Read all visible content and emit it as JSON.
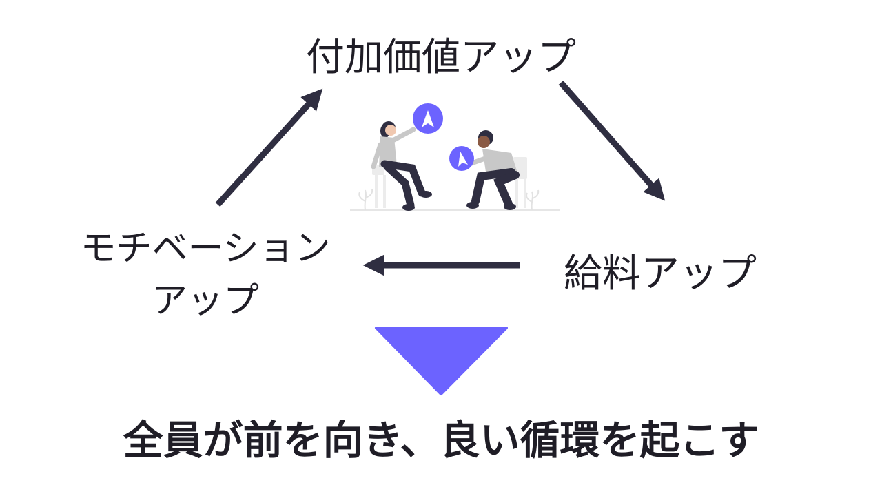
{
  "diagram": {
    "top_label": "付加価値アップ",
    "right_label": "給料アップ",
    "left_label_line1": "モチベーション",
    "left_label_line2": "アップ",
    "bottom_label": "全員が前を向き、良い循環を起こす"
  },
  "colors": {
    "arrow": "#2f2e41",
    "accent": "#6c63ff",
    "text": "#1f1d26",
    "figure_shirt": "#c8c8c8",
    "figure_dark": "#2f2e41"
  },
  "icons": [
    "arrow-up-right-icon",
    "arrow-down-right-icon",
    "arrow-left-icon",
    "triangle-down-icon",
    "cursor-icon"
  ]
}
